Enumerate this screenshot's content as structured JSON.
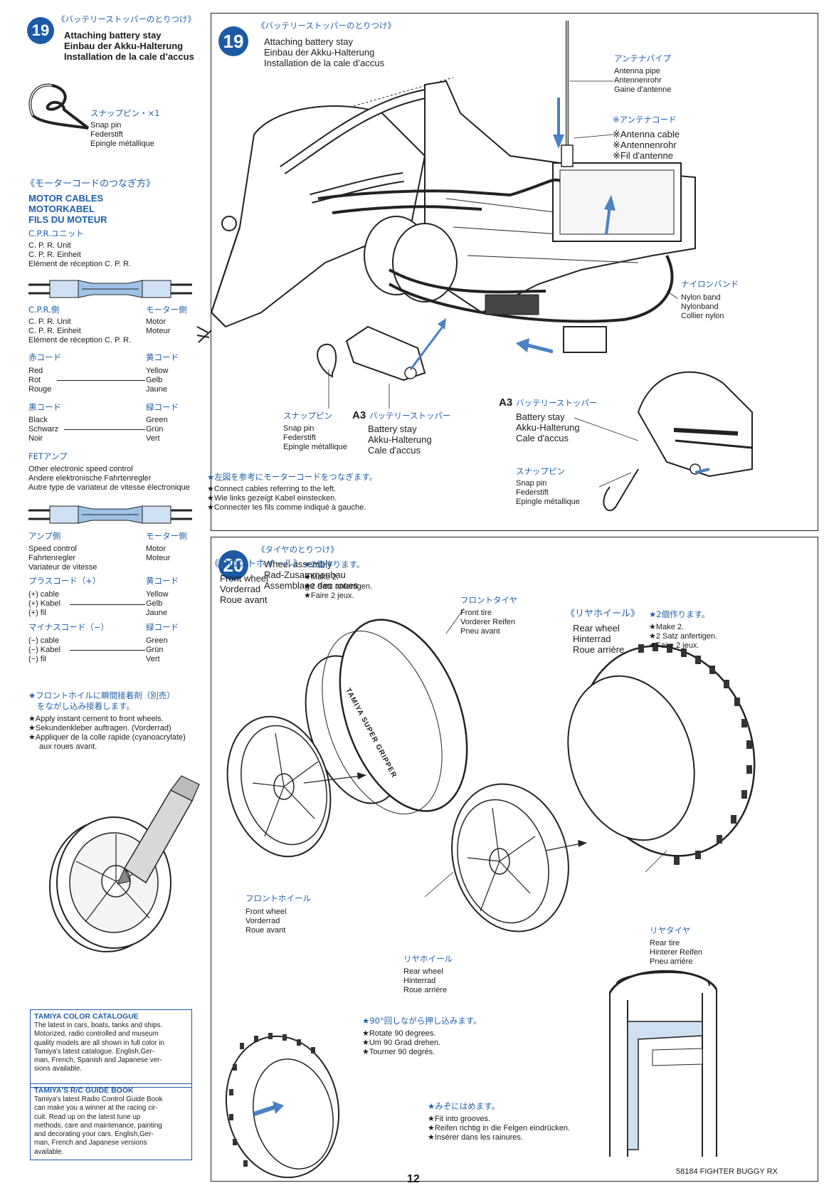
{
  "left": {
    "step19": {
      "badge": "19",
      "title_jp": "《バッテリーストッパーのとりつけ》",
      "title_en": "Attaching battery stay",
      "title_de": "Einbau der Akku-Halterung",
      "title_fr": "Installation de la cale d’accus",
      "snap_jp": "スナップピン・×1",
      "snap_en": "Snap pin",
      "snap_de": "Federstift",
      "snap_fr": "Epingle métallique"
    },
    "motor_cables": {
      "title_jp": "《モーターコードのつなぎ方》",
      "title_en": "MOTOR CABLES",
      "title_de": "MOTORKABEL",
      "title_fr": "FILS DU MOTEUR",
      "cpr_jp": "C.P.R.ユニット",
      "cpr_en": "C. P. R. Unit",
      "cpr_de": "C. P. R. Einheit",
      "cpr_fr": "Elément de réception C. P. R.",
      "cprside_jp": "C.P.R.側",
      "cprside_en": "C. P. R. Unit",
      "cprside_de": "C. P. R. Einheit",
      "cprside_fr": "Elément de réception C. P. R.",
      "motorside_jp": "モーター側",
      "motorside_en": "Motor",
      "motorside_de": "Moteur",
      "red_jp": "赤コード",
      "red_en": "Red",
      "red_de": "Rot",
      "red_fr": "Rouge",
      "yellow_jp": "黄コード",
      "yellow_en": "Yellow",
      "yellow_de": "Gelb",
      "yellow_fr": "Jaune",
      "black_jp": "黒コード",
      "black_en": "Black",
      "black_de": "Schwarz",
      "black_fr": "Noir",
      "green_jp": "緑コード",
      "green_en": "Green",
      "green_de": "Grün",
      "green_fr": "Vert",
      "fet_jp": "FETアンプ",
      "fet_en": "Other electronic speed control",
      "fet_de": "Andere elektronische Fahrtenregler",
      "fet_fr": "Autre type de variateur de vitesse électronique",
      "amp_jp": "アンプ側",
      "amp_en": "Speed control",
      "amp_de": "Fahrtenregler",
      "amp_fr": "Variateur de vitesse",
      "motorside2_jp": "モーター側",
      "motorside2_en": "Motor",
      "motorside2_de": "Moteur",
      "plus_jp": "プラスコード（+）",
      "plus_en": "(+) cable",
      "plus_de": "(+) Kabel",
      "plus_fr": "(+) fil",
      "yellow2_jp": "黄コード",
      "yellow2_en": "Yellow",
      "yellow2_de": "Gelb",
      "yellow2_fr": "Jaune",
      "minus_jp": "マイナスコード（−）",
      "minus_en": "(−) cable",
      "minus_de": "(−) Kabel",
      "minus_fr": "(−) fil",
      "green2_jp": "緑コード",
      "green2_en": "Green",
      "green2_de": "Grün",
      "green2_fr": "Vert"
    },
    "cement_note": {
      "jp1": "★フロントホイルに瞬間接着剤（別売）",
      "jp2": "をながし込み接着します。",
      "en": "★Apply instant cement to front wheels.",
      "de": "★Sekundenkleber auftragen. (Vorderrad)",
      "fr1": "★Appliquer de la colle rapide (cyanoacrylate)",
      "fr2": "aux roues avant."
    },
    "catalogue": {
      "title": "TAMIYA COLOR CATALOGUE",
      "body": "The latest in cars, boats, tanks and ships.\nMotorized, radio controlled and museum\nquality models are all shown in full color in\nTamiya's latest catalogue. English,Ger-\nman, French, Spanish and Japanese ver-\nsions available."
    },
    "guide": {
      "title": "TAMIYA'S R/C GUIDE BOOK",
      "body": "Tamiya's latest Radio Control Guide Book\ncan make you a winner at the racing cir-\ncuit. Read up on the latest tune up\nmethods, care and maintenance, painting\nand decorating your cars. English,Ger-\nman, French and Japanese versions\navailable."
    }
  },
  "panel19": {
    "badge": "19",
    "title_jp": "《バッテリーストッパーのとりつけ》",
    "title_en": "Attaching battery stay",
    "title_de": "Einbau der Akku-Halterung",
    "title_fr": "Installation de la cale d’accus",
    "antenna_pipe_jp": "アンテナパイプ",
    "antenna_pipe_en": "Antenna pipe",
    "antenna_pipe_de": "Antennenrohr",
    "antenna_pipe_fr": "Gaine d'antenne",
    "antenna_cable_jp": "※アンテナコード",
    "antenna_cable_en": "※Antenna cable",
    "antenna_cable_de": "※Antennenrohr",
    "antenna_cable_fr": "※Fil d'antenne",
    "nylon_jp": "ナイロンバンド",
    "nylon_en": "Nylon band",
    "nylon_de": "Nylonband",
    "nylon_fr": "Collier nylon",
    "snap1_jp": "スナップピン",
    "snap1_en": "Snap pin",
    "snap1_de": "Federstift",
    "snap1_fr": "Epingle métallique",
    "stay1_code": "A3",
    "stay1_jp": "バッテリーストッパー",
    "stay1_en": "Battery stay",
    "stay1_de": "Akku-Halterung",
    "stay1_fr": "Cale d'accus",
    "stay2_code": "A3",
    "stay2_jp": "バッテリーストッパー",
    "stay2_en": "Battery stay",
    "stay2_de": "Akku-Halterung",
    "stay2_fr": "Cale d'accus",
    "snap2_jp": "スナップピン",
    "snap2_en": "Snap pin",
    "snap2_de": "Federstift",
    "snap2_fr": "Epingle métallique",
    "note_jp": "★左図を参考にモーターコードをつなぎます。",
    "note_en": "★Connect cables referring to the left.",
    "note_de": "★Wie links gezeigt Kabel einstecken.",
    "note_fr": "★Connecter les fils comme indiqué à gauche."
  },
  "panel20": {
    "badge": "20",
    "title_jp": "《タイヤのとりつけ》",
    "title_en": "Wheel assembly",
    "title_de": "Rad-Zusammenbau",
    "title_fr": "Assemblage des roues",
    "front_jp": "《フロントホイール》",
    "front_make_jp": "★2個作ります。",
    "front_en": "Front wheel",
    "front_de": "Vorderrad",
    "front_fr": "Roue avant",
    "make_en": "★Make 2.",
    "make_de": "★2 Satz anfertigen.",
    "make_fr": "★Faire 2 jeux.",
    "front_tire_jp": "フロントタイヤ",
    "front_tire_en": "Front tire",
    "front_tire_de": "Vorderer Reifen",
    "front_tire_fr": "Pneu avant",
    "rear_jp": "《リヤホイール》",
    "rear_make_jp": "★2個作ります。",
    "rear_en": "Rear wheel",
    "rear_de": "Hinterrad",
    "rear_fr": "Roue arrière",
    "rmake_en": "★Make 2.",
    "rmake_de": "★2 Satz anfertigen.",
    "rmake_fr": "★Faire 2 jeux.",
    "fwheel_jp": "フロントホイール",
    "fwheel_en": "Front wheel",
    "fwheel_de": "Vorderrad",
    "fwheel_fr": "Roue avant",
    "rtire_jp": "リヤタイヤ",
    "rtire_en": "Rear tire",
    "rtire_de": "Hinterer Reifen",
    "rtire_fr": "Pneu arrière",
    "rwheel_jp": "リヤホイール",
    "rwheel_en": "Rear wheel",
    "rwheel_de": "Hinterrad",
    "rwheel_fr": "Roue arrière",
    "rotate_jp": "★90°回しながら押し込みます。",
    "rotate_en": "★Rotate 90 degrees.",
    "rotate_de": "★Um 90 Grad drehen.",
    "rotate_fr": "★Tourner 90 degrés.",
    "grooves_jp": "★みぞにはめます。",
    "grooves_en": "★Fit into grooves.",
    "grooves_de": "★Reifen richtig in die Felgen eindrücken.",
    "grooves_fr": "★Insérer dans les rainures.",
    "tire_lettering": "TAMIYA SUPER GRIPPER"
  },
  "footer": {
    "page_number": "12",
    "product": "58184 FIGHTER BUGGY RX"
  },
  "colors": {
    "accent": "#1d5aa6",
    "arrow": "#4a80c4",
    "panel_border": "#222222"
  }
}
